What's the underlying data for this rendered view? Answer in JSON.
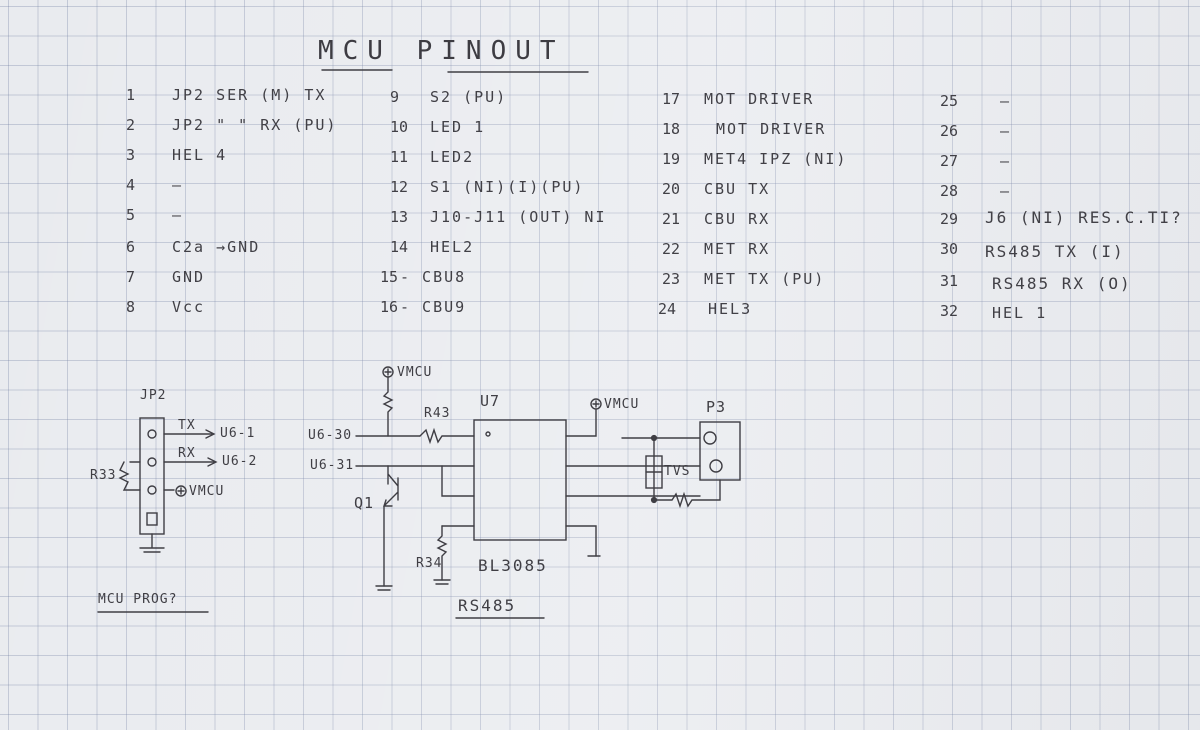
{
  "title": "MCU PINOUT",
  "pinout": {
    "col1": [
      {
        "n": "1",
        "label": "JP2 SER (M) TX"
      },
      {
        "n": "2",
        "label": "JP2 \"  \" RX (PU)"
      },
      {
        "n": "3",
        "label": "HEL 4"
      },
      {
        "n": "4",
        "label": "–"
      },
      {
        "n": "5",
        "label": "–"
      },
      {
        "n": "6",
        "label": "C2a →GND"
      },
      {
        "n": "7",
        "label": "GND"
      },
      {
        "n": "8",
        "label": "Vcc"
      }
    ],
    "col2": [
      {
        "n": "9",
        "label": "S2 (PU)"
      },
      {
        "n": "10",
        "label": "LED 1"
      },
      {
        "n": "11",
        "label": "LED2"
      },
      {
        "n": "12",
        "label": "S1 (NI)(I)(PU)"
      },
      {
        "n": "13",
        "label": "J10-J11 (OUT) NI"
      },
      {
        "n": "14",
        "label": "HEL2"
      },
      {
        "n": "15",
        "label": "- CBU8"
      },
      {
        "n": "16",
        "label": "- CBU9"
      }
    ],
    "col3": [
      {
        "n": "17",
        "label": "MOT DRIVER"
      },
      {
        "n": "18",
        "label": "MOT DRIVER"
      },
      {
        "n": "19",
        "label": "MET4 IPZ (NI)"
      },
      {
        "n": "20",
        "label": "CBU TX"
      },
      {
        "n": "21",
        "label": "CBU RX"
      },
      {
        "n": "22",
        "label": "MET RX"
      },
      {
        "n": "23",
        "label": "MET TX (PU)"
      },
      {
        "n": "24",
        "label": "HEL3"
      }
    ],
    "col4": [
      {
        "n": "25",
        "label": "–"
      },
      {
        "n": "26",
        "label": "–"
      },
      {
        "n": "27",
        "label": "–"
      },
      {
        "n": "28",
        "label": "–"
      },
      {
        "n": "29",
        "label": "J6 (NI) RES.C.TI?"
      },
      {
        "n": "30",
        "label": "RS485 TX (I)"
      },
      {
        "n": "31",
        "label": "RS485 RX (O)"
      },
      {
        "n": "32",
        "label": "HEL 1"
      }
    ]
  },
  "prog": {
    "connector": "JP2",
    "tx": "TX",
    "rx": "RX",
    "to_tx": "U6-1",
    "to_rx": "U6-2",
    "resistor": "R33",
    "vmcu": "VMCU",
    "caption": "MCU PROG?"
  },
  "rs485": {
    "vmcu_top": "VMCU",
    "vmcu_right": "VMCU",
    "r43": "R43",
    "r34": "R34",
    "u7": "U7",
    "u7_part": "BL3085",
    "q1": "Q1",
    "u6_30": "U6-30",
    "u6_31": "U6-31",
    "p3": "P3",
    "tvs": "TVS",
    "caption": "RS485"
  }
}
